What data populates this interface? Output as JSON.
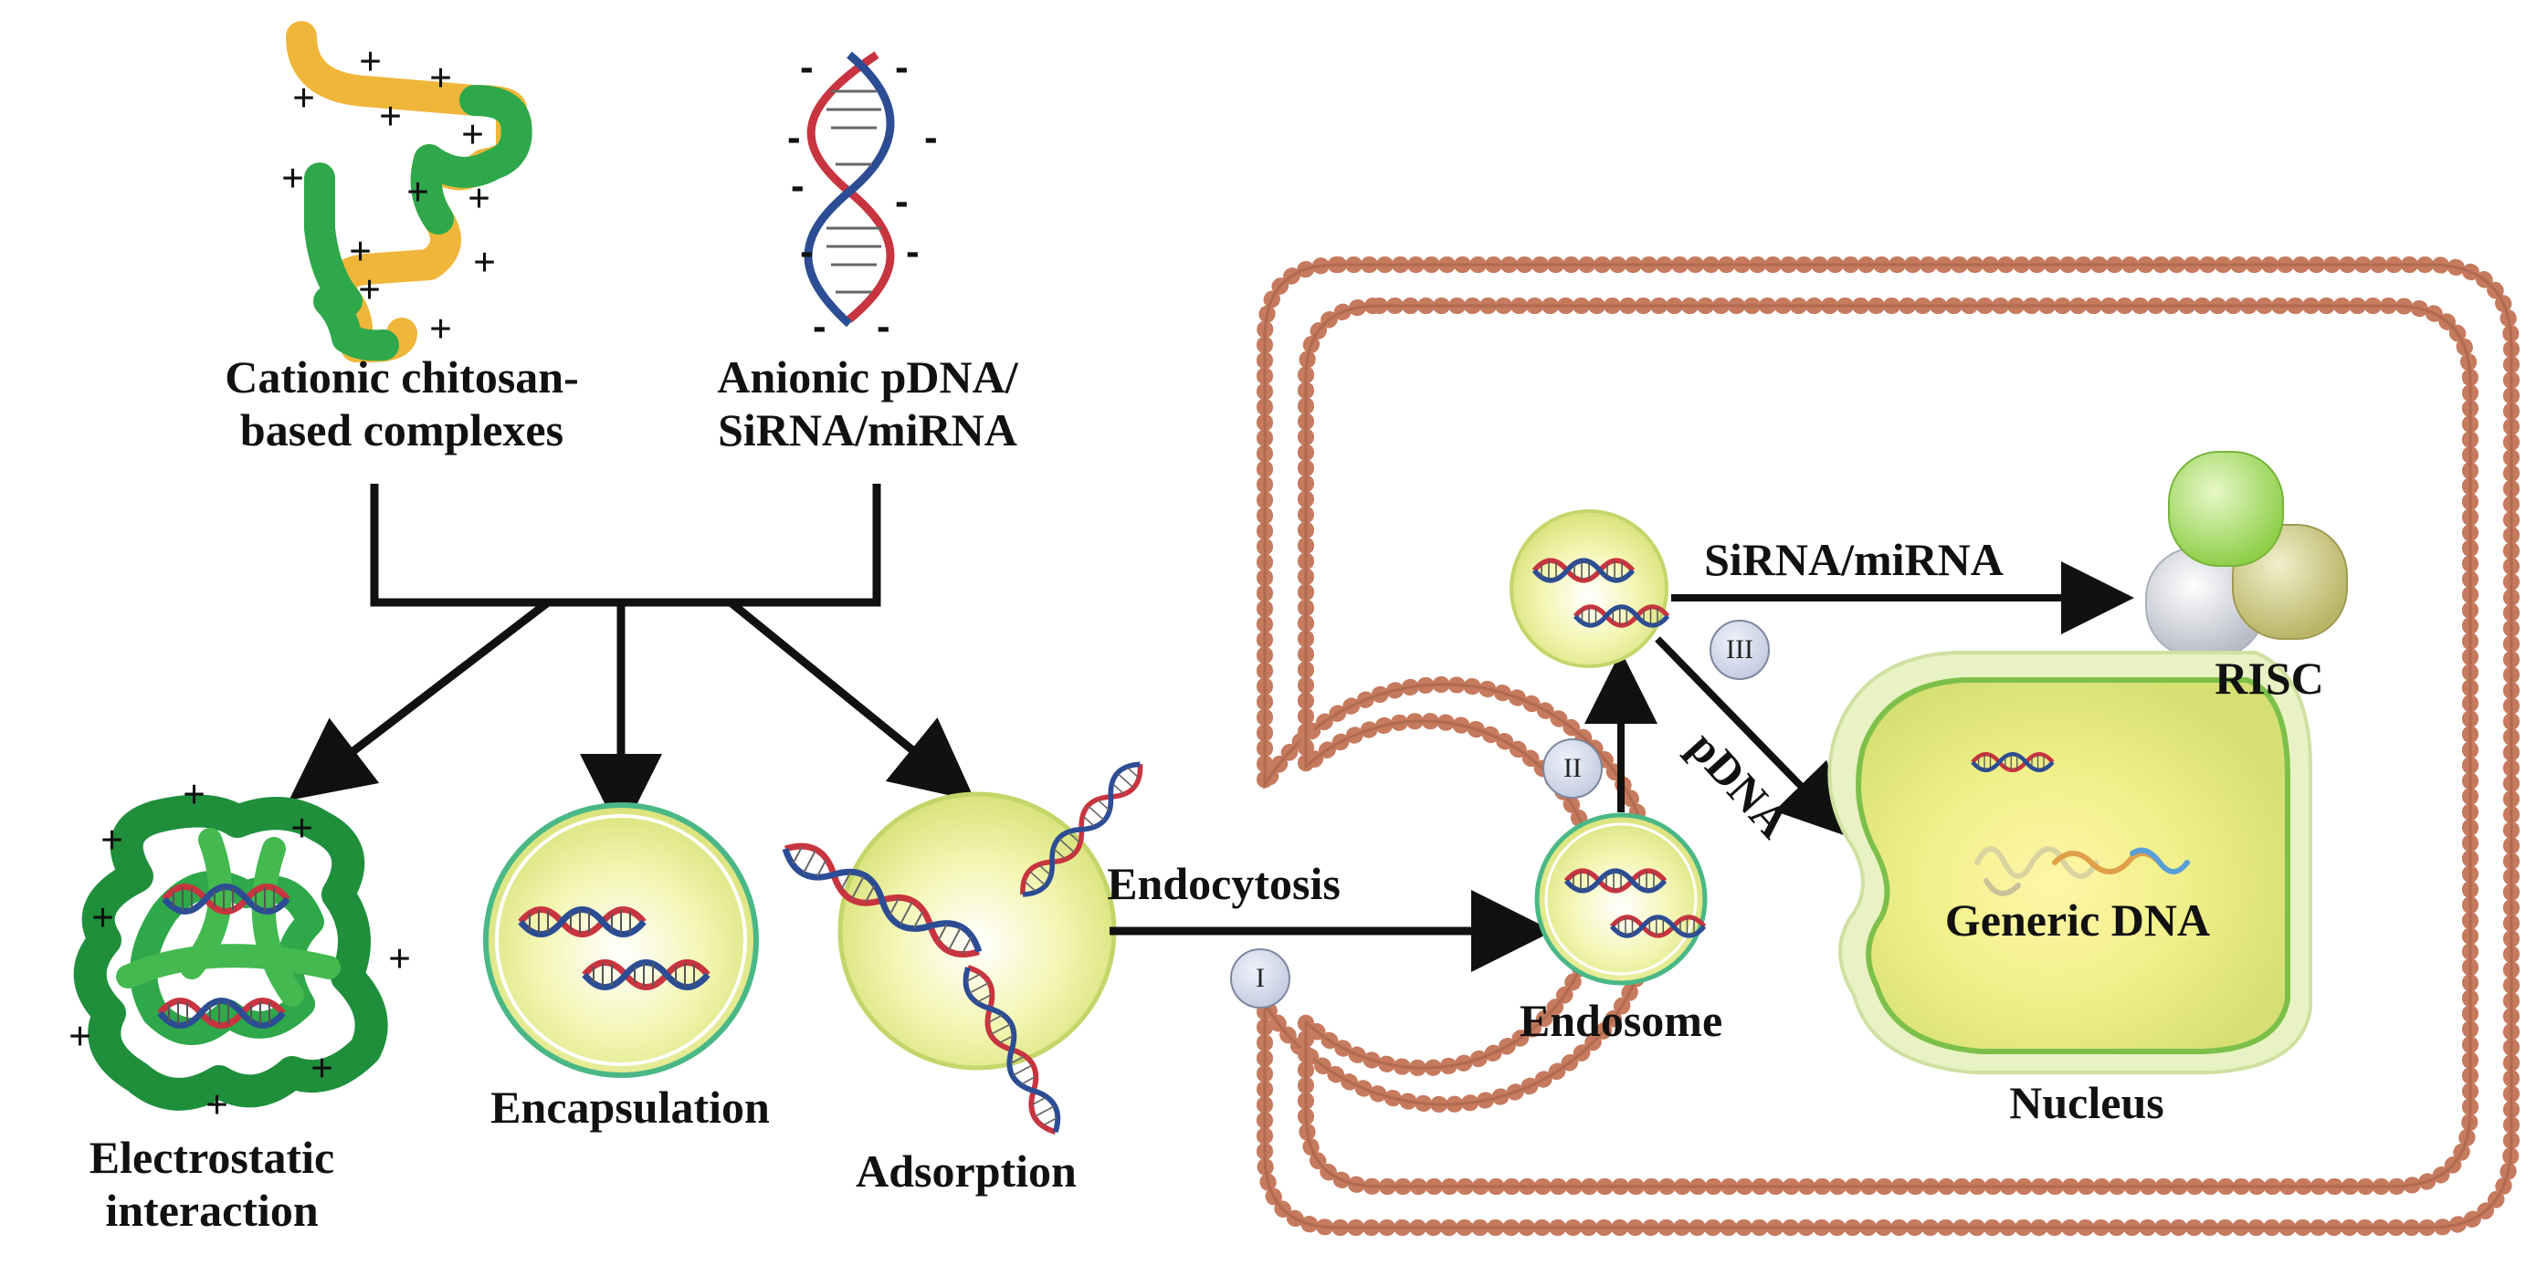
{
  "colors": {
    "membrane": "#c67a5e",
    "vesicle_fill": "#eef2a0",
    "vesicle_edge": "#49b886",
    "polymer_green": "#2ea84a",
    "polymer_yellow": "#f0b63a",
    "dna_red": "#c8343f",
    "dna_blue": "#2c4d94",
    "arrow": "#111111",
    "risc_green": "#9bd45a",
    "risc_olive": "#c6c47a",
    "risc_grey": "#c9ccd3"
  },
  "labels": {
    "cationic": [
      "Cationic chitosan-",
      "based complexes"
    ],
    "anionic": [
      "Anionic pDNA/",
      "SiRNA/miRNA"
    ],
    "electrostatic": [
      "Electrostatic",
      "interaction"
    ],
    "encapsulation": "Encapsulation",
    "adsorption": "Adsorption",
    "endocytosis": "Endocytosis",
    "endosome": "Endosome",
    "sirna_path": "SiRNA/miRNA",
    "pdna_path": "pDNA",
    "risc": "RISC",
    "generic_dna": "Generic DNA",
    "nucleus": "Nucleus"
  },
  "steps": {
    "one": "I",
    "two": "II",
    "three": "III"
  },
  "charges": {
    "plus": "+",
    "minus": "-"
  },
  "icons": [
    "chitosan-polymer-icon",
    "dna-helix-icon",
    "vesicle-icon",
    "cell-membrane-icon",
    "risc-complex-icon",
    "nucleus-icon",
    "chromosome-icon"
  ]
}
